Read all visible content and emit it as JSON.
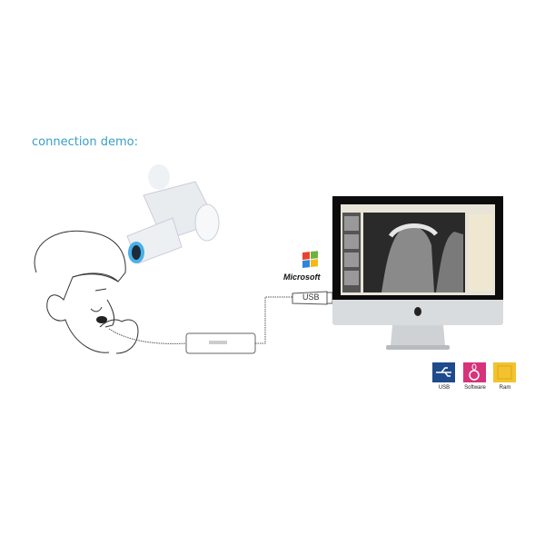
{
  "title": "connection demo:",
  "brand": {
    "microsoft_label": "Microsoft"
  },
  "cable": {
    "plug_label": "USB"
  },
  "features": [
    {
      "label": "USB",
      "icon": "usb-icon",
      "color": "#1f4a8c"
    },
    {
      "label": "Software",
      "icon": "software-icon",
      "color": "#d6337a"
    },
    {
      "label": "Ram",
      "icon": "ram-icon",
      "color": "#f2c230"
    }
  ],
  "colors": {
    "title": "#3a9fc4",
    "device_accent": "#4ab0e8"
  }
}
